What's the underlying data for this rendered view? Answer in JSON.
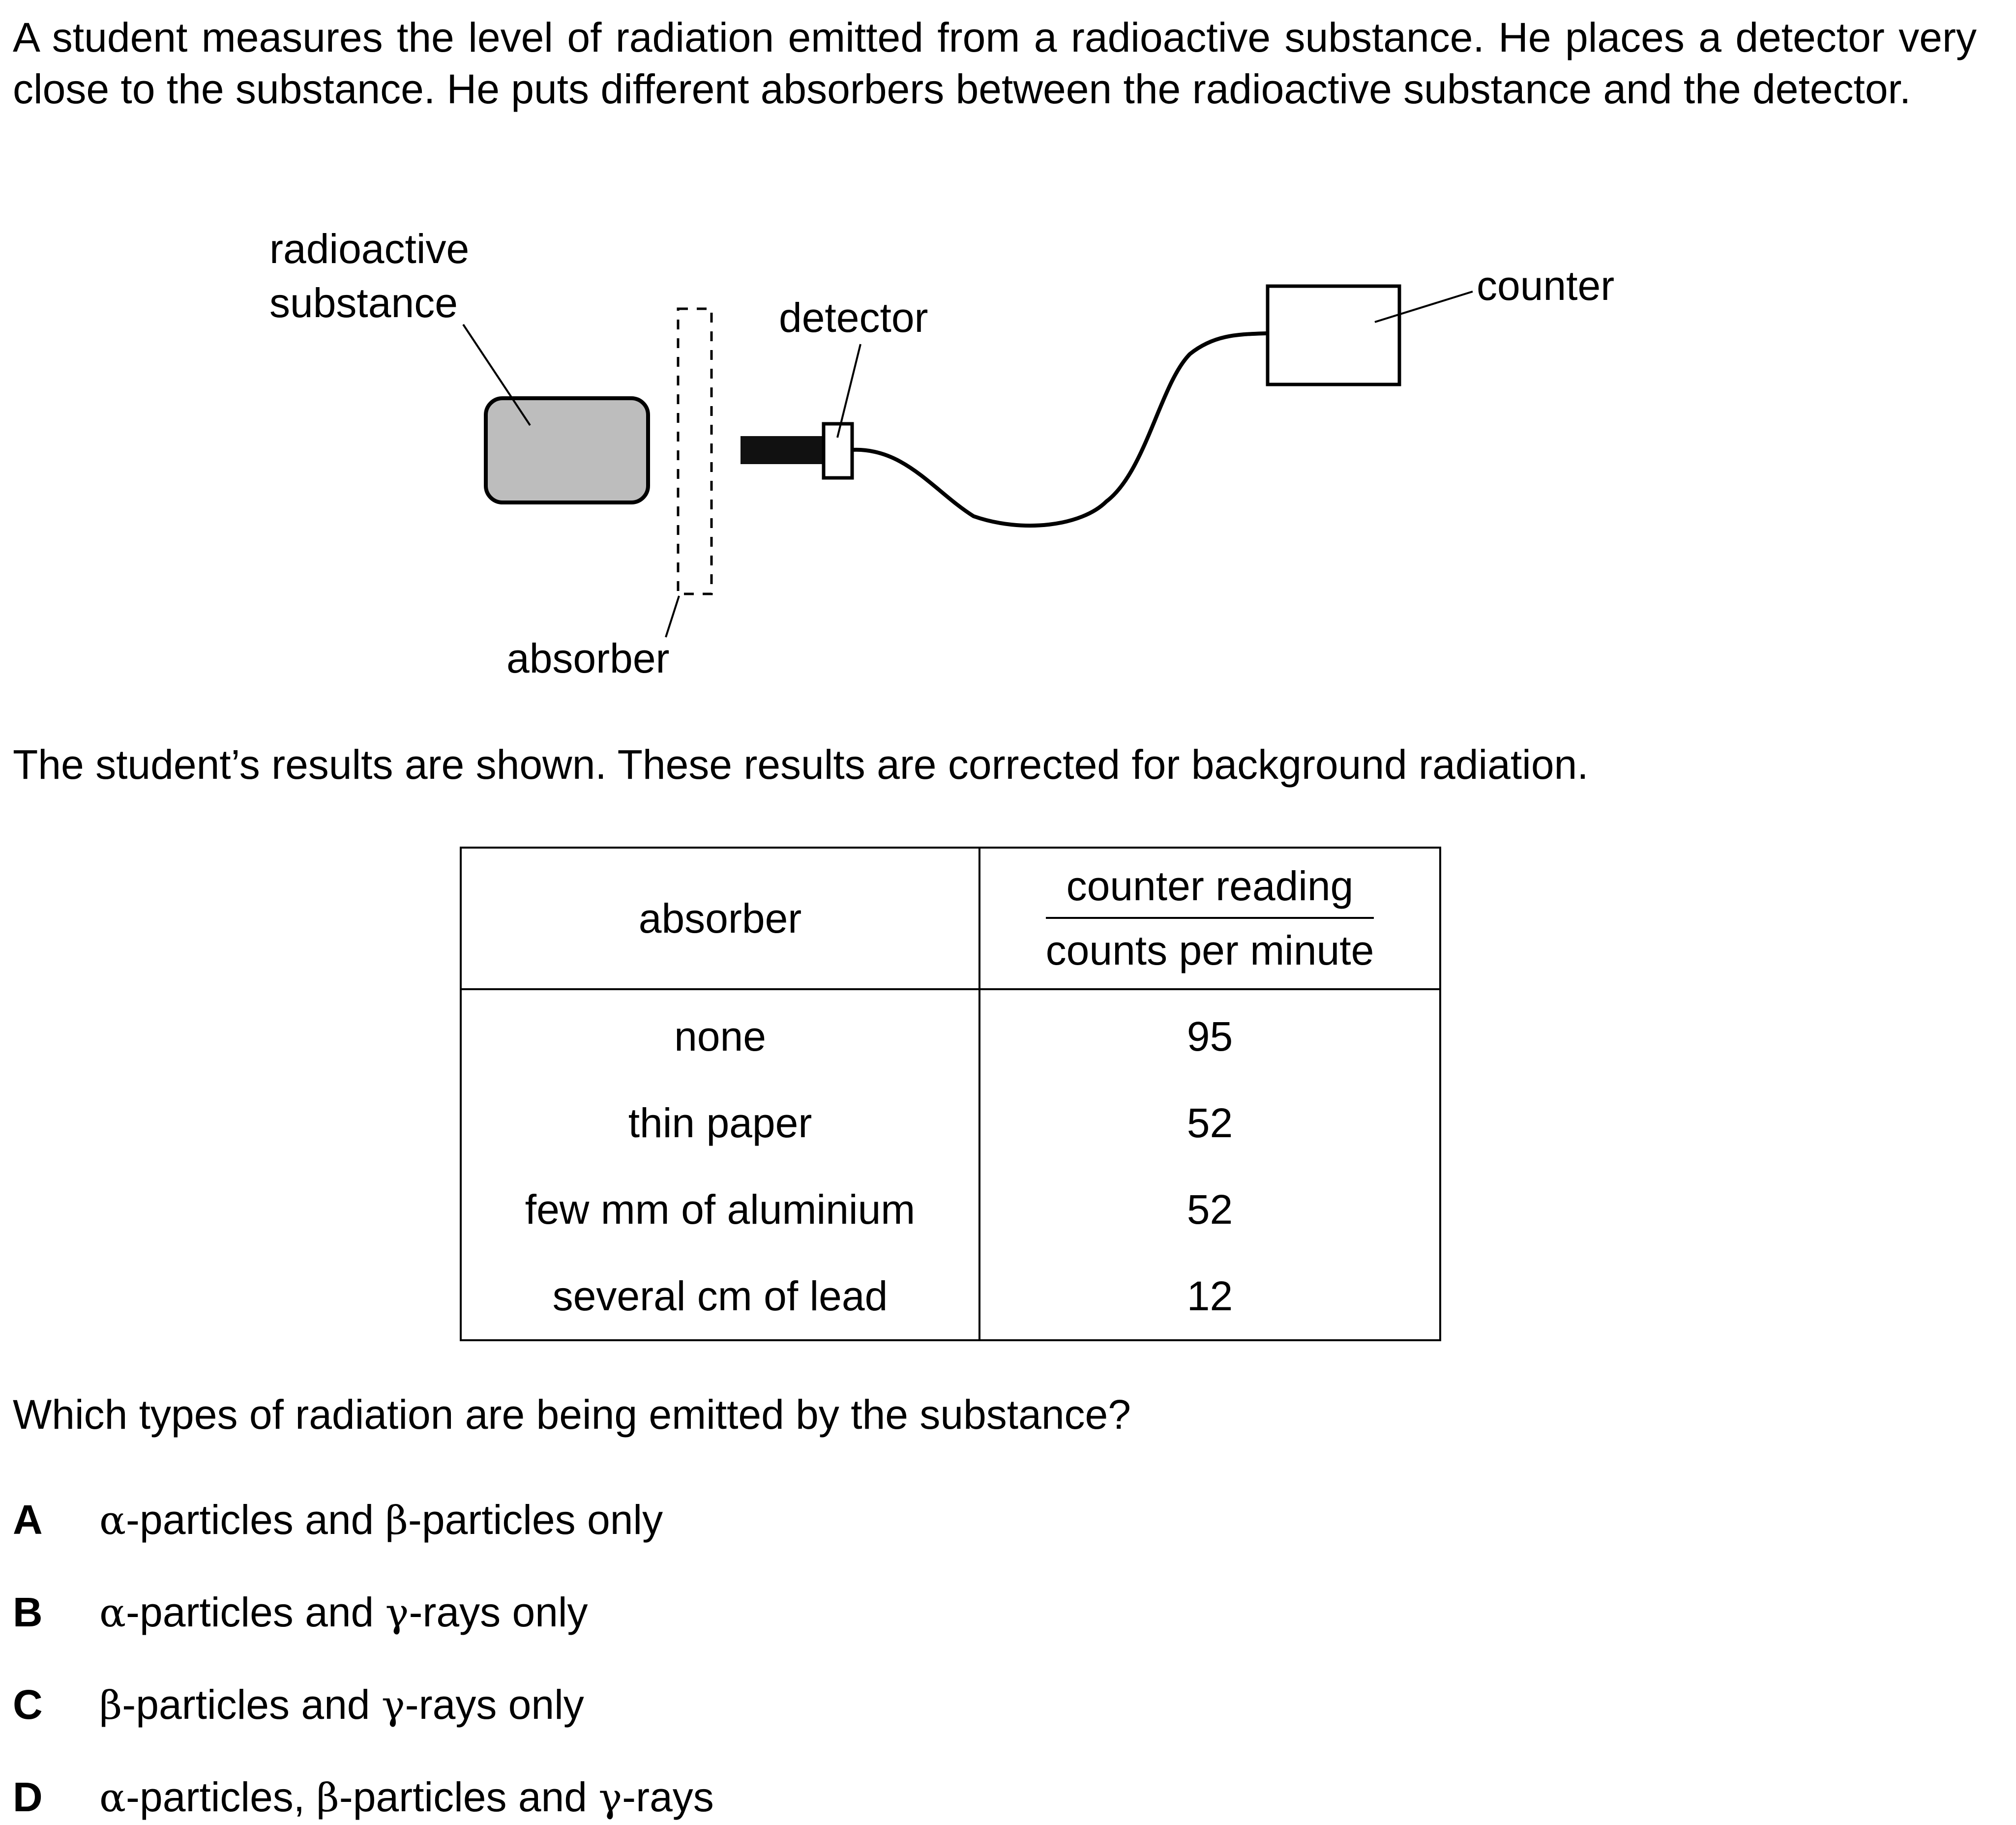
{
  "intro": "A student measures the level of radiation emitted from a radioactive substance. He places a detector very close to the substance. He puts different absorbers between the radioactive substance and the detector.",
  "diagram": {
    "labels": {
      "substance_line1": "radioactive",
      "substance_line2": "substance",
      "detector": "detector",
      "counter": "counter",
      "absorber": "absorber"
    }
  },
  "results_text": "The student’s results are shown. These results are corrected for background radiation.",
  "table": {
    "headers": {
      "absorber": "absorber",
      "reading_quantity": "counter reading",
      "reading_unit": "counts per minute"
    },
    "rows": [
      {
        "absorber": "none",
        "reading": "95"
      },
      {
        "absorber": "thin paper",
        "reading": "52"
      },
      {
        "absorber": "few mm of aluminium",
        "reading": "52"
      },
      {
        "absorber": "several cm of lead",
        "reading": "12"
      }
    ]
  },
  "question": "Which types of radiation are being emitted by the substance?",
  "options": [
    {
      "letter": "A",
      "parts": [
        "α",
        "-particles and ",
        "β",
        "-particles only"
      ]
    },
    {
      "letter": "B",
      "parts": [
        "α",
        "-particles and ",
        "γ",
        "-rays only"
      ]
    },
    {
      "letter": "C",
      "parts": [
        "β",
        "-particles and ",
        "γ",
        "-rays only"
      ]
    },
    {
      "letter": "D",
      "parts": [
        "α",
        "-particles, ",
        "β",
        "-particles and ",
        "γ",
        "-rays"
      ]
    }
  ]
}
